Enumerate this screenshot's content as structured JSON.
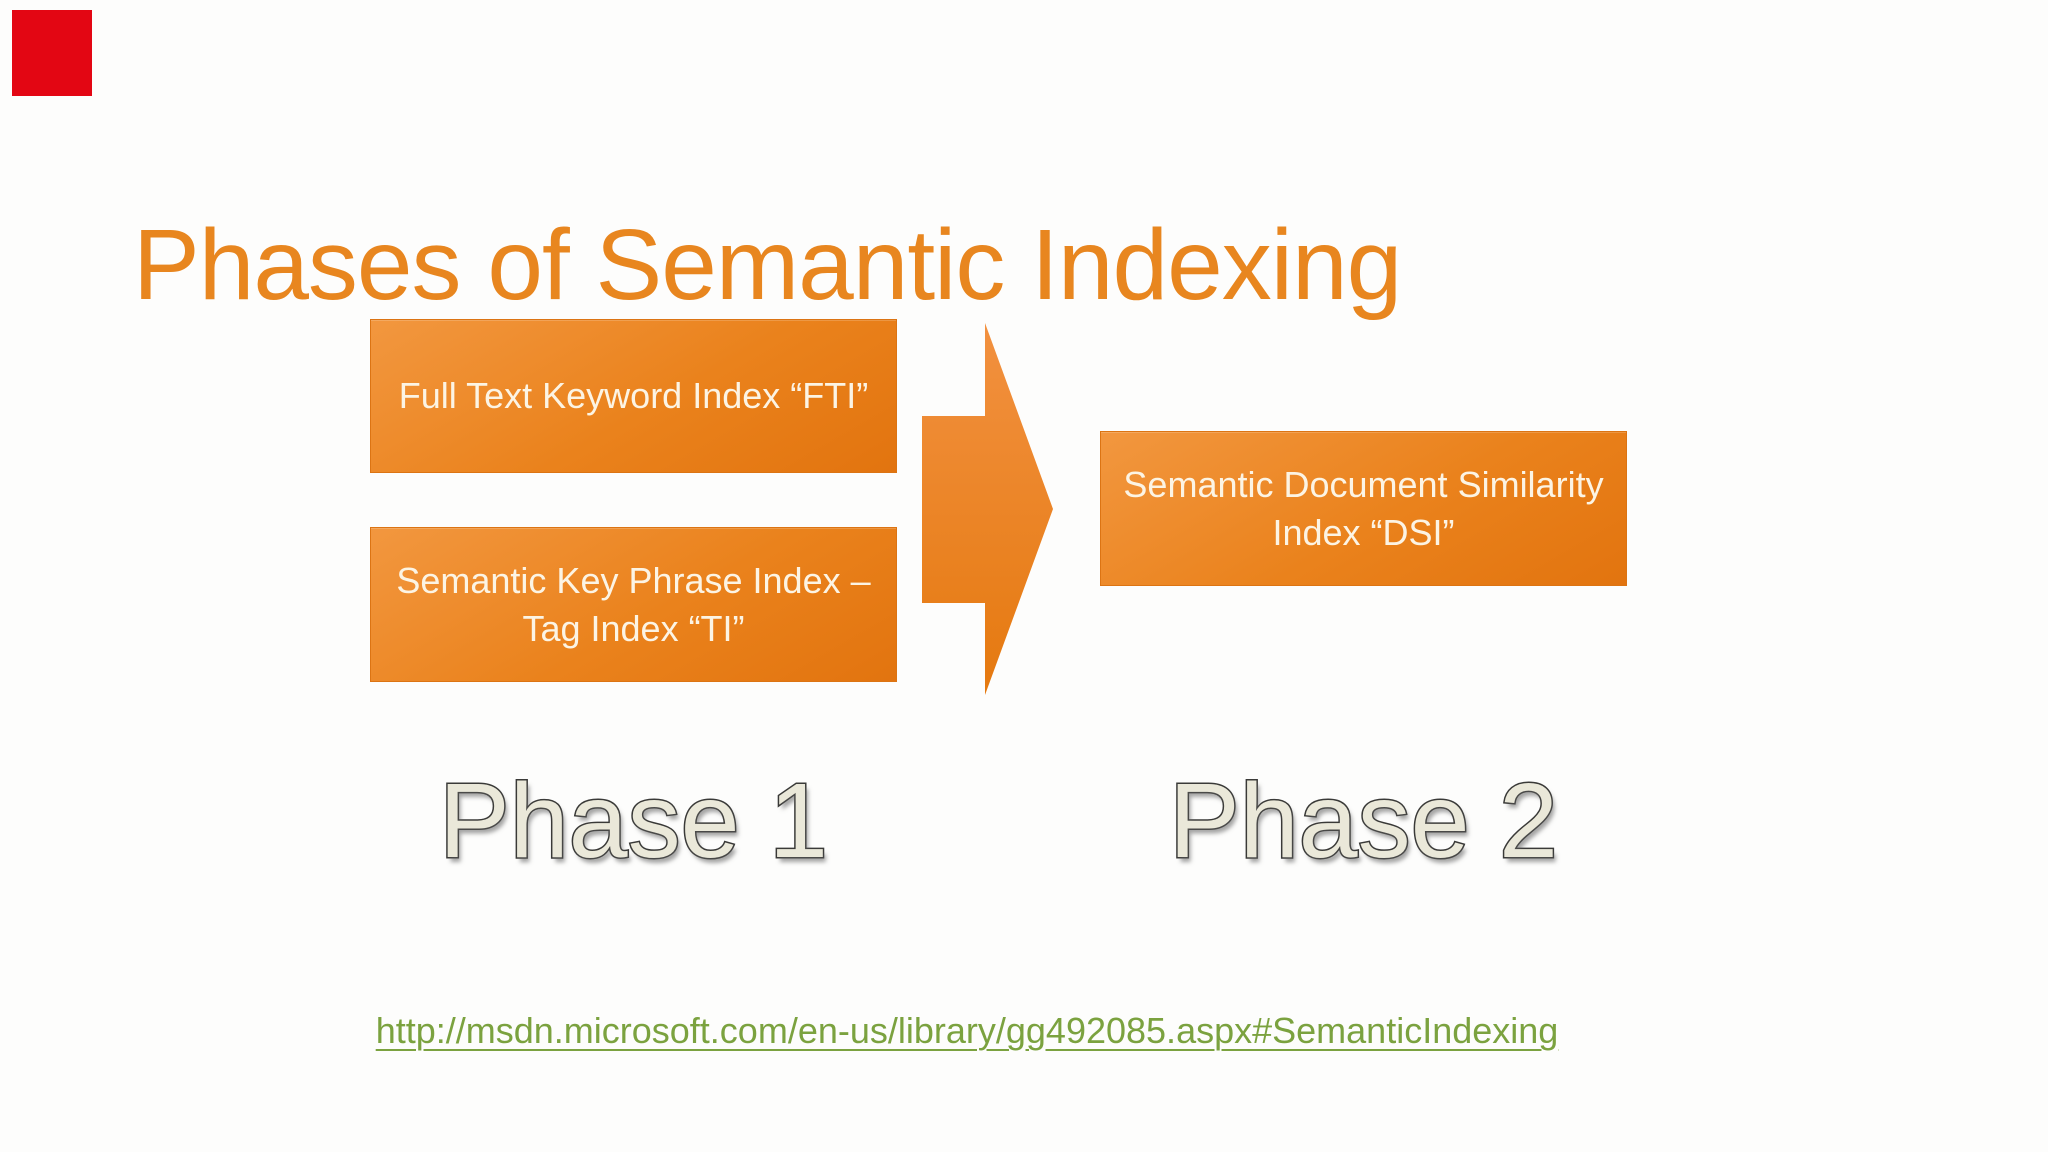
{
  "slide": {
    "title": "Phases of Semantic Indexing",
    "boxes": [
      {
        "name": "full-text-keyword-index",
        "lines": [
          "Full Text Keyword Index “FTI”"
        ]
      },
      {
        "name": "semantic-key-phrase-index",
        "lines": [
          "Semantic Key Phrase Index –",
          "Tag Index “TI”"
        ]
      },
      {
        "name": "semantic-document-similarity-index",
        "lines": [
          "Semantic Document Similarity",
          "Index “DSI”"
        ]
      }
    ],
    "phases": [
      {
        "label": "Phase 1"
      },
      {
        "label": "Phase 2"
      }
    ],
    "link": {
      "text": "http://msdn.microsoft.com/en-us/library/gg492085.aspx#SemanticIndexing"
    },
    "colors": {
      "title_orange": "#e8861f",
      "box_orange": "#ea821c",
      "box_border": "#dc7413",
      "box_text": "#fcf4e4",
      "arrow_orange": "#ec8425",
      "phase_fill": "#eae8d9",
      "phase_outline": "#3a3a38",
      "link_green": "#7ba23f",
      "marker_red": "#e30613",
      "background": "#fdfdfc"
    }
  }
}
